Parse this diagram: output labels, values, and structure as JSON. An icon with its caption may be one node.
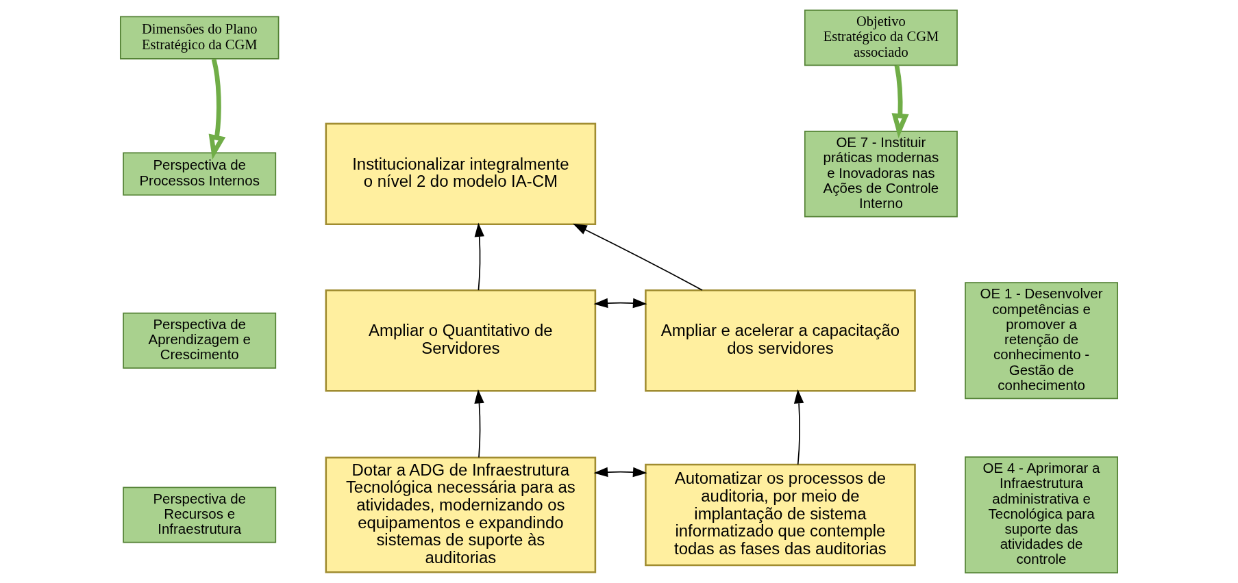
{
  "diagram": {
    "nodes": [
      {
        "text": [
          "Dimensões do Plano Estratégico da CGM"
        ]
      },
      {
        "text": [
          "Objetivo Estratégico da CGM associado"
        ]
      },
      {
        "text": [
          "Perspectiva de Processos Internos"
        ]
      },
      {
        "text": [
          "Institucionalizar integralmente o nível 2 do modelo IA-CM"
        ]
      },
      {
        "text": [
          "OE 7 - Instituir práticas modernas e Inovadoras nas Ações de Controle Interno"
        ]
      },
      {
        "text": [
          "Perspectiva de Aprendizagem e Crescimento"
        ]
      },
      {
        "text": [
          "Ampliar o Quantitativo de Servidores"
        ]
      },
      {
        "text": [
          "Ampliar e acelerar a capacitação dos servidores"
        ]
      },
      {
        "text": [
          "OE 1 - Desenvolver competências e promover a retenção de conhecimento - Gestão de conhecimento"
        ]
      },
      {
        "text": [
          "Perspectiva de Recursos e Infraestrutura"
        ]
      },
      {
        "text": [
          "Dotar a ADG de Infraestrutura Tecnológica necessária para as atividades, modernizando os equipamentos e expandindo sistemas de suporte às auditorias"
        ]
      },
      {
        "text": [
          "Automatizar os processos de auditoria, por meio de implantação de sistema informatizado que contemple todas as fases das auditorias"
        ]
      },
      {
        "text": [
          "OE 4 - Aprimorar a Infraestrutura administrativa e Tecnológica para suporte das atividades de controle"
        ]
      }
    ],
    "edges": [
      {
        "from": 0,
        "to": 2,
        "arrow": "to",
        "style": "thick",
        "color": "#70ad47"
      },
      {
        "from": 1,
        "to": 4,
        "arrow": "to",
        "style": "thick",
        "color": "#70ad47"
      },
      {
        "from": 6,
        "to": 3,
        "arrow": "to"
      },
      {
        "from": 7,
        "to": 3,
        "arrow": "to"
      },
      {
        "from": 6,
        "to": 7,
        "arrow": "both"
      },
      {
        "from": 10,
        "to": 6,
        "arrow": "to"
      },
      {
        "from": 11,
        "to": 7,
        "arrow": "to"
      },
      {
        "from": 10,
        "to": 11,
        "arrow": "both"
      }
    ]
  }
}
